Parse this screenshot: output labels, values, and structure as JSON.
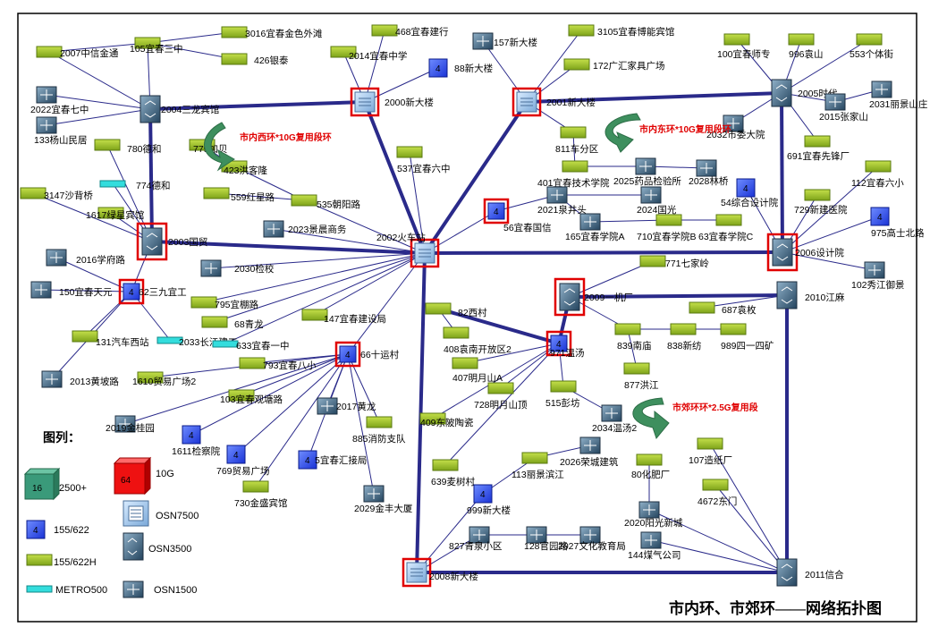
{
  "title": "市内环、市郊环——网络拓扑图",
  "rings": [
    "市内西环*10G复用段环",
    "市内东环*10G复用段环",
    "市郊环环*2.5G复用段"
  ],
  "legend": {
    "title": "图列：",
    "items": [
      "2500+",
      "10G",
      "155/622",
      "OSN7500",
      "155/622H",
      "OSN3500",
      "METRO500",
      "OSN1500"
    ],
    "badges": [
      "16",
      "64",
      "4"
    ]
  },
  "nodes": [
    "2007中信金通",
    "105宜春三中",
    "3016宜春金色外滩",
    "426银泰",
    "468宜春建行",
    "157新大楼",
    "3105宜春博能宾馆",
    "2014宜春中学",
    "88新大楼",
    "172广汇家具广场",
    "100宜春师专",
    "996袁山",
    "553个体街",
    "2022宜春七中",
    "2004三龙宾馆",
    "2000新大楼",
    "2001新大楼",
    "2005时代",
    "2031丽景山庄",
    "2015张家山",
    "133杨山民居",
    "780德和",
    "779加贝",
    "423洪客隆",
    "537宜春六中",
    "811车分区",
    "2032市委大院",
    "691宜春先锋厂",
    "774德和",
    "559红星路",
    "535朝阳路",
    "401宜春技术学院",
    "2025药品检验所",
    "2028林桥",
    "112宜春六小",
    "3147沙背桥",
    "1617绿星宾馆",
    "2023景晨商务",
    "56宜春国信",
    "2021泉井头",
    "2024国光",
    "54综合设计院",
    "729新建医院",
    "2003国贸",
    "2002火车站",
    "165宜春学院A",
    "710宜春学院B",
    "63宜春学院C",
    "975高士北路",
    "2016学府路",
    "2030检校",
    "2006设计院",
    "771七家岭",
    "102秀江御景",
    "150宜春天元",
    "62三九宜工",
    "795宜棚路",
    "2009一机厂",
    "2010江麻",
    "687袁枚",
    "68青龙",
    "147宜春建设局",
    "82西村",
    "839南庙",
    "838新纺",
    "989四一四矿",
    "131汽车西站",
    "2033长江建工",
    "633宜春一中",
    "408袁南开放区2",
    "971温汤",
    "66十运村",
    "793宜春八小",
    "2013黄坡路",
    "1610贸易广场2",
    "407明月山A",
    "877洪江",
    "103宜春观塘路",
    "728明月山顶",
    "515彭坊",
    "2017黄龙",
    "2034温汤2",
    "409东陂陶瓷",
    "2019金桂园",
    "1611检察院",
    "769贸易广场",
    "885消防支队",
    "5宜春汇接局",
    "2026荣城建筑",
    "107造纸厂",
    "113丽景滨江",
    "80化肥厂",
    "639麦树村",
    "999新大楼",
    "730金盛宾馆",
    "2029金丰大厦",
    "4672东门",
    "2020阳光新城",
    "827青泉小区",
    "128官园路",
    "2027文化教育局",
    "144煤气公司",
    "2008新大楼",
    "2011信合"
  ]
}
